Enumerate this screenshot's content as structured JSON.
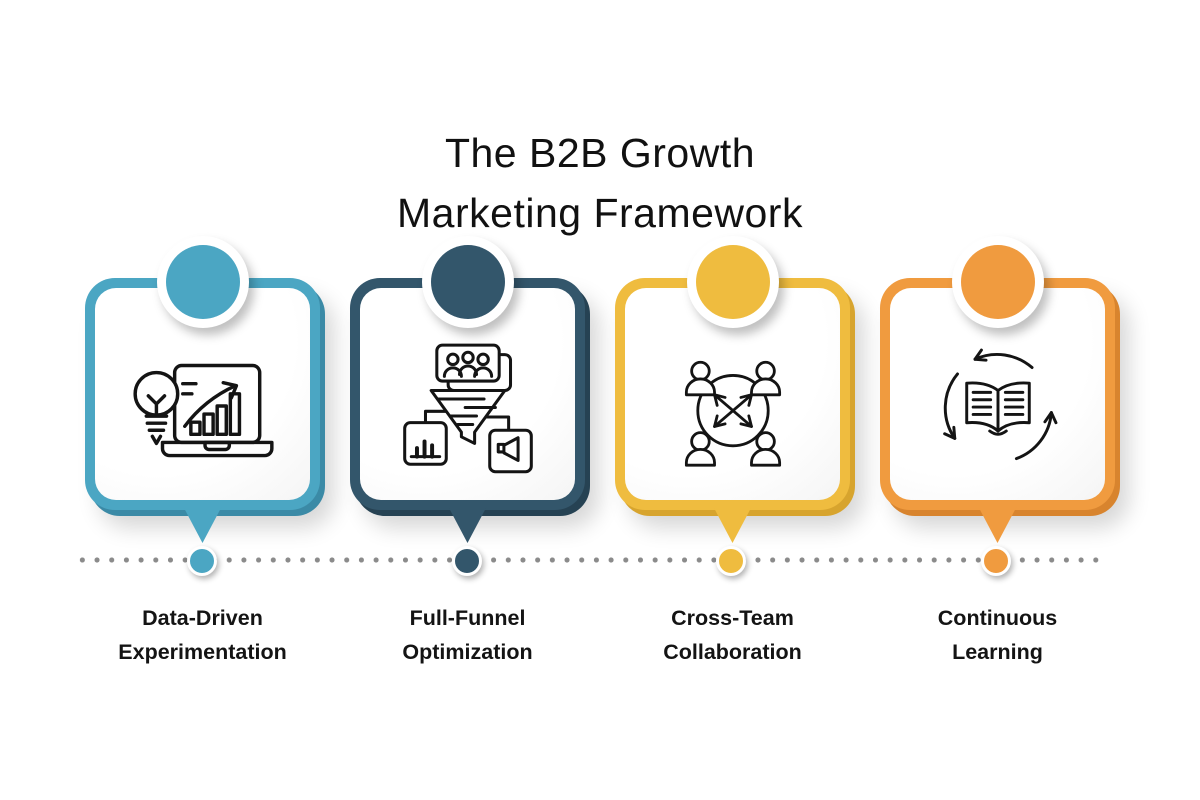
{
  "title": {
    "line1": "The B2B Growth",
    "line2": "Marketing Framework"
  },
  "steps": [
    {
      "label_line1": "Data-Driven",
      "label_line2": "Experimentation",
      "color": "#4BA6C3",
      "color_dark": "#3B8AA6",
      "icon": "lightbulb-laptop-chart-icon"
    },
    {
      "label_line1": "Full-Funnel",
      "label_line2": "Optimization",
      "color": "#33566B",
      "color_dark": "#264253",
      "icon": "lead-funnel-icon"
    },
    {
      "label_line1": "Cross-Team",
      "label_line2": "Collaboration",
      "color": "#EFBC3F",
      "color_dark": "#D7A42E",
      "icon": "team-network-icon"
    },
    {
      "label_line1": "Continuous",
      "label_line2": "Learning",
      "color": "#F09B3F",
      "color_dark": "#D8842E",
      "icon": "book-refresh-icon"
    }
  ],
  "timeline": {
    "dot_color": "#8B8B8B"
  }
}
